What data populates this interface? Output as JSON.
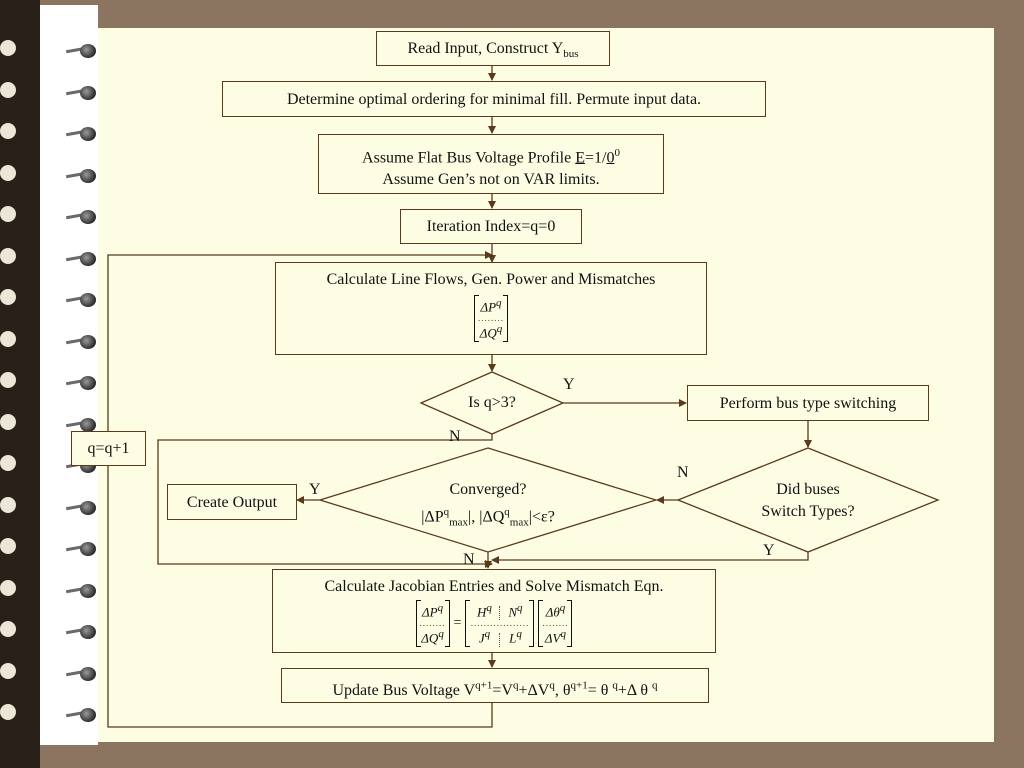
{
  "nodes": {
    "read_input": {
      "text": "Read Input, Construct Y",
      "sub": "bus"
    },
    "ordering": {
      "text": "Determine optimal ordering for minimal fill.  Permute input data."
    },
    "assume_flat": {
      "line1_pre": "Assume Flat Bus Voltage Profile ",
      "line1_E": "E",
      "line1_mid": "=1/",
      "line1_zero": "0",
      "line1_sup": "0",
      "line2": "Assume Gen’s not on VAR limits."
    },
    "iteration_index": {
      "text": "Iteration Index=q=0"
    },
    "calc_flows": {
      "text": "Calculate Line Flows, Gen. Power and Mismatches",
      "mat_top": "ΔP",
      "mat_top_sup": "q",
      "mat_bot": "ΔQ",
      "mat_bot_sup": "q"
    },
    "is_q_gt_3": {
      "text": "Is q>3?"
    },
    "perform_switching": {
      "text": "Perform bus type switching"
    },
    "q_increment": {
      "text": "q=q+1"
    },
    "converged": {
      "line1": "Converged?",
      "l2a": "|ΔP",
      "l2a_sup": "q",
      "l2a_sub": "max",
      "l2b": "|, |ΔQ",
      "l2b_sup": "q",
      "l2b_sub": "max",
      "l2c": "|<ε?"
    },
    "did_buses": {
      "line1": "Did buses",
      "line2": "Switch Types?"
    },
    "create_output": {
      "text": "Create Output"
    },
    "jacobian": {
      "text": "Calculate Jacobian Entries and Solve Mismatch Eqn.",
      "lhs_top": "ΔP",
      "lhs_bot": "ΔQ",
      "eq": "=",
      "H": "H",
      "N": "N",
      "J": "J",
      "L": "L",
      "rhs_top": "Δθ",
      "rhs_bot": "ΔV",
      "q": "q"
    },
    "update": {
      "t1": "Update Bus Voltage V",
      "t1_sup": "q+1",
      "t2": "=V",
      "t2_sup": "q",
      "t3": "+ΔV",
      "t3_sup": "q",
      "t4": ", θ",
      "t4_sup": "q+1",
      "t5": "= θ ",
      "t5_sup": "q",
      "t6": "+Δ θ ",
      "t6_sup": "q"
    }
  },
  "branch_labels": {
    "q3_yes": "Y",
    "q3_no": "N",
    "switch_no": "N",
    "switch_yes": "Y",
    "conv_yes": "Y",
    "conv_no": "N"
  },
  "colors": {
    "line": "#5a3a1a",
    "paper": "#fdfde4",
    "frame": "#8b7560"
  }
}
